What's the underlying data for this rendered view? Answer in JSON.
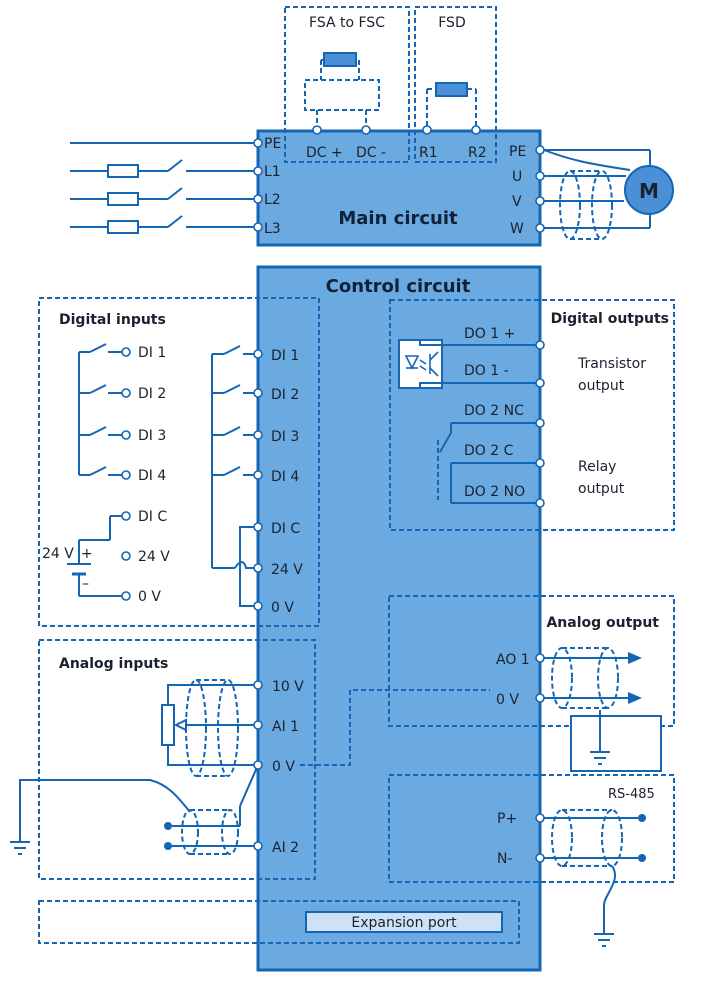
{
  "colors": {
    "block_fill": "#6aaae0",
    "block_border": "#1565b5",
    "wire": "#1565b5",
    "text": "#1a2230",
    "motor_fill": "#4b8fd6",
    "resistor_fill": "#4b8fd6",
    "expansion_fill": "#cfe2f5"
  },
  "main_circuit": {
    "title": "Main circuit",
    "left_terminals": [
      "PE",
      "L1",
      "L2",
      "L3"
    ],
    "right_terminals": [
      "PE",
      "U",
      "V",
      "W"
    ],
    "top_terminals": [
      "DC +",
      "DC -",
      "R1",
      "R2"
    ],
    "motor_label": "M"
  },
  "brake_options": {
    "fsa_fsc": "FSA to FSC",
    "fsd": "FSD"
  },
  "control_circuit": {
    "title": "Control circuit",
    "digital_inputs_title": "Digital inputs",
    "di_ext_labels": [
      "DI 1",
      "DI 2",
      "DI 3",
      "DI 4",
      "DI C",
      "24 V",
      "0 V"
    ],
    "di_int_labels": [
      "DI 1",
      "DI 2",
      "DI 3",
      "DI 4",
      "DI C",
      "24 V",
      "0 V"
    ],
    "battery_label": "24 V",
    "battery_plus": "+",
    "battery_minus": "–",
    "digital_outputs_title": "Digital outputs",
    "do_labels": [
      "DO 1 +",
      "DO 1 -",
      "DO 2 NC",
      "DO 2 C",
      "DO 2 NO"
    ],
    "transistor_label": [
      "Transistor",
      "output"
    ],
    "relay_label": [
      "Relay",
      "output"
    ],
    "analog_inputs_title": "Analog inputs",
    "ai_labels": [
      "10 V",
      "AI 1",
      "0 V",
      "AI 2"
    ],
    "analog_output_title": "Analog output",
    "ao_labels": [
      "AO 1",
      "0 V"
    ],
    "rs485_title": "RS-485",
    "rs485_labels": [
      "P+",
      "N-"
    ],
    "expansion_port": "Expansion port"
  }
}
